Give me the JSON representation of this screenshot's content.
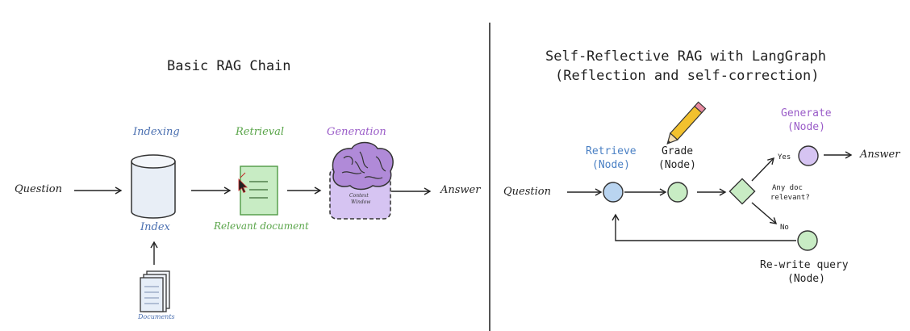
{
  "colors": {
    "blue": "#4a6fb0",
    "green": "#5aa54a",
    "purple": "#9a5cc8",
    "node_blue": "#b9d4f0",
    "node_green": "#c8ecc4",
    "node_purple": "#d6c4f2"
  },
  "left": {
    "title": "Basic RAG Chain",
    "question": "Question",
    "indexing": "Indexing",
    "index": "Index",
    "documents": "Documents",
    "retrieval": "Retrieval",
    "relevant_document": "Relevant document",
    "generation": "Generation",
    "context_window_line1": "Context",
    "context_window_line2": "Window",
    "answer": "Answer"
  },
  "right": {
    "title_line1": "Self-Reflective RAG with LangGraph",
    "title_line2": "(Reflection and self-correction)",
    "question": "Question",
    "retrieve_label": "Retrieve",
    "retrieve_sub": "(Node)",
    "grade_label": "Grade",
    "grade_sub": "(Node)",
    "generate_label": "Generate",
    "generate_sub": "(Node)",
    "decision_line1": "Any doc",
    "decision_line2": "relevant?",
    "yes": "Yes",
    "no": "No",
    "rewrite_label": "Re-write query",
    "rewrite_sub": "(Node)",
    "answer": "Answer"
  }
}
